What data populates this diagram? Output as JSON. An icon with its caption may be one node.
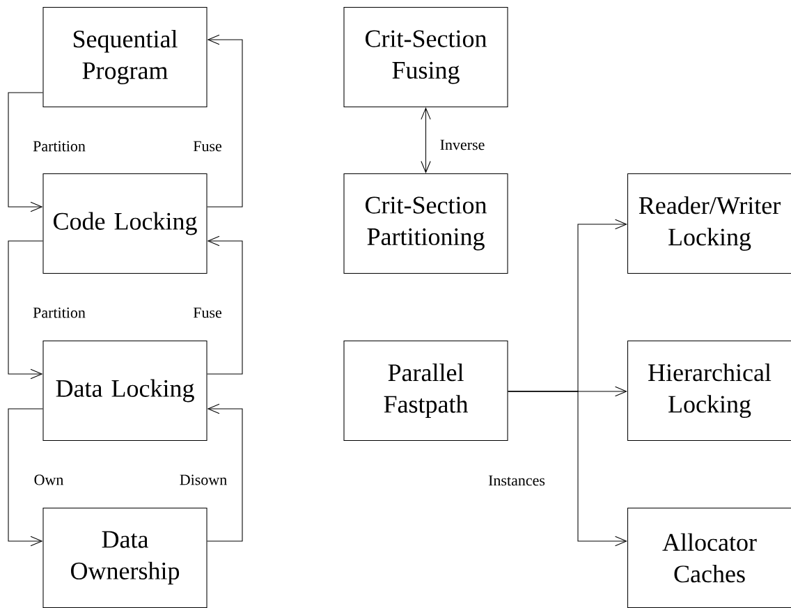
{
  "diagram": {
    "nodes": [
      {
        "text": [
          "Sequential Program"
        ]
      },
      {
        "text": [
          "Code Locking"
        ]
      },
      {
        "text": [
          "Data Locking"
        ]
      },
      {
        "text": [
          "Data Ownership"
        ]
      },
      {
        "text": [
          "Crit-Section Fusing"
        ]
      },
      {
        "text": [
          "Crit-Section Partitioning"
        ]
      },
      {
        "text": [
          "Parallel Fastpath"
        ]
      },
      {
        "text": [
          "Reader/Writer Locking"
        ]
      },
      {
        "text": [
          "Hierarchical Locking"
        ]
      },
      {
        "text": [
          "Allocator Caches"
        ]
      }
    ],
    "edges": [
      {
        "from": 0,
        "to": 1,
        "arrow": "to",
        "label": "Partition"
      },
      {
        "from": 1,
        "to": 0,
        "arrow": "to",
        "label": "Fuse"
      },
      {
        "from": 1,
        "to": 2,
        "arrow": "to",
        "label": "Partition"
      },
      {
        "from": 2,
        "to": 1,
        "arrow": "to",
        "label": "Fuse"
      },
      {
        "from": 2,
        "to": 3,
        "arrow": "to",
        "label": "Own"
      },
      {
        "from": 3,
        "to": 2,
        "arrow": "to",
        "label": "Disown"
      },
      {
        "from": 4,
        "to": 5,
        "arrow": "both",
        "label": "Inverse"
      },
      {
        "from": 6,
        "to": 7,
        "arrow": "to"
      },
      {
        "from": 6,
        "to": 8,
        "arrow": "to"
      },
      {
        "from": 6,
        "to": 9,
        "arrow": "to",
        "label": "Instances"
      }
    ]
  }
}
